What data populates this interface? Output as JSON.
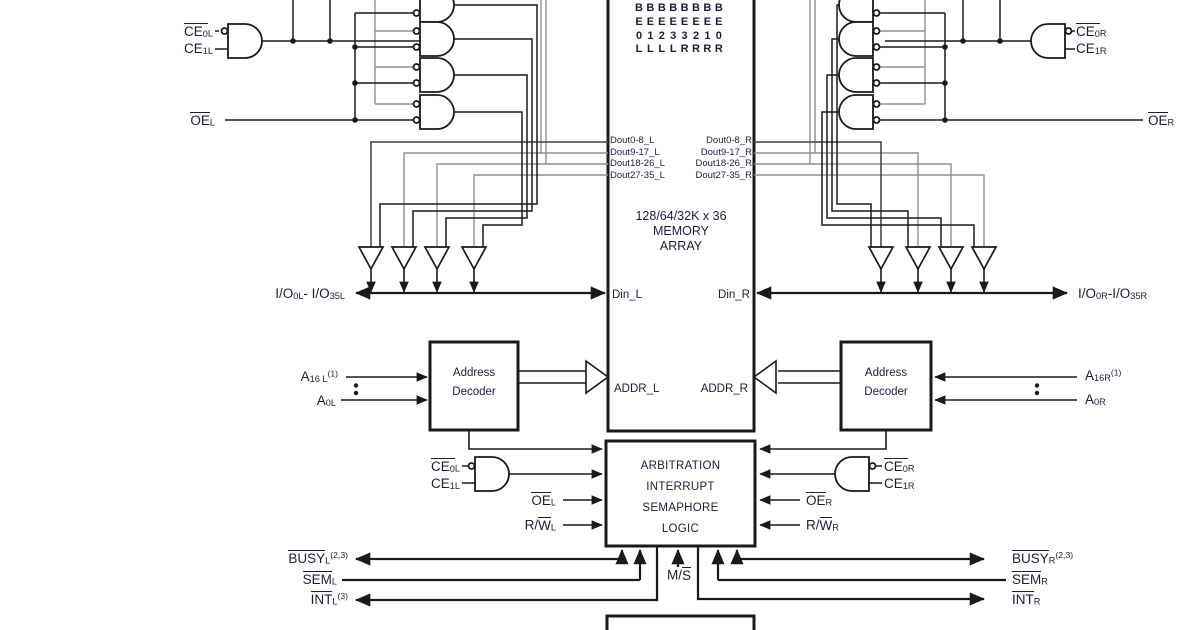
{
  "diagram": {
    "memory_array": {
      "title_line1": "128/64/32K x 36",
      "title_line2": "MEMORY",
      "title_line3": "ARRAY",
      "byte_enable_columns": [
        "BE0L",
        "BE1L",
        "BE2L",
        "BE3L",
        "BE3R",
        "BE2R",
        "BE1R",
        "BE0R"
      ],
      "dout_left": [
        "Dout0-8_L",
        "Dout9-17_L",
        "Dout18-26_L",
        "Dout27-35_L"
      ],
      "dout_right": [
        "Dout0-8_R",
        "Dout9-17_R",
        "Dout18-26_R",
        "Dout27-35_R"
      ],
      "din_left": "Din_L",
      "din_right": "Din_R",
      "addr_left": "ADDR_L",
      "addr_right": "ADDR_R"
    },
    "address_decoder": {
      "line1": "Address",
      "line2": "Decoder"
    },
    "arbitration": {
      "lines": [
        "ARBITRATION",
        "INTERRUPT",
        "SEMAPHORE",
        "LOGIC"
      ]
    },
    "signals": {
      "ce0l": [
        {
          "t": "CE",
          "bar": true
        },
        {
          "t": "0",
          "bar": true,
          "sub": true
        },
        {
          "t": "L",
          "sub": true
        }
      ],
      "ce1l": [
        {
          "t": "CE"
        },
        {
          "t": "1L",
          "sub": true
        }
      ],
      "oel": [
        {
          "t": "OE",
          "bar": true
        },
        {
          "t": "L",
          "sub": true
        }
      ],
      "io_left": [
        {
          "t": "I/O"
        },
        {
          "t": "0L",
          "sub": true
        },
        {
          "t": "- "
        },
        {
          "t": "I/O"
        },
        {
          "t": "35L",
          "sub": true
        }
      ],
      "a16l": [
        {
          "t": "A"
        },
        {
          "t": "16 L",
          "sub": true
        },
        {
          "t": "(1)",
          "sup": true
        }
      ],
      "a0l": [
        {
          "t": "A"
        },
        {
          "t": "0L",
          "sub": true
        }
      ],
      "rwl": [
        {
          "t": "R/"
        },
        {
          "t": "W",
          "bar": true
        },
        {
          "t": "L",
          "sub": true
        }
      ],
      "busyl": [
        {
          "t": "BUSY",
          "bar": true
        },
        {
          "t": "L",
          "sub": true
        },
        {
          "t": "(2,3)",
          "sup": true
        }
      ],
      "seml": [
        {
          "t": "SEM",
          "bar": true
        },
        {
          "t": "L",
          "sub": true
        }
      ],
      "intl": [
        {
          "t": "INT",
          "bar": true
        },
        {
          "t": "L",
          "sub": true
        },
        {
          "t": "(3)",
          "sup": true
        }
      ],
      "ms": [
        {
          "t": "M/"
        },
        {
          "t": "S",
          "bar": true
        }
      ],
      "ce0r": [
        {
          "t": "CE",
          "bar": true
        },
        {
          "t": "0",
          "bar": true,
          "sub": true
        },
        {
          "t": "R",
          "sub": true
        }
      ],
      "ce1r": [
        {
          "t": "CE"
        },
        {
          "t": "1R",
          "sub": true
        }
      ],
      "oer": [
        {
          "t": "OE",
          "bar": true
        },
        {
          "t": "R",
          "sub": true
        }
      ],
      "io_right": [
        {
          "t": "I/O"
        },
        {
          "t": "0R",
          "sub": true
        },
        {
          "t": "-"
        },
        {
          "t": "I/O"
        },
        {
          "t": "35R",
          "sub": true
        }
      ],
      "a16r": [
        {
          "t": "A"
        },
        {
          "t": "16R",
          "sub": true
        },
        {
          "t": "(1)",
          "sup": true
        }
      ],
      "a0r": [
        {
          "t": "A"
        },
        {
          "t": "0R",
          "sub": true
        }
      ],
      "rwr": [
        {
          "t": "R/"
        },
        {
          "t": "W",
          "bar": true
        },
        {
          "t": "R",
          "sub": true
        }
      ],
      "busyr": [
        {
          "t": "BUSY",
          "bar": true
        },
        {
          "t": "R",
          "sub": true
        },
        {
          "t": "(2,3)",
          "sup": true
        }
      ],
      "semr": [
        {
          "t": "SEM",
          "bar": true
        },
        {
          "t": "R",
          "sub": true
        }
      ],
      "intr": [
        {
          "t": "INT",
          "bar": true
        },
        {
          "t": "R",
          "sub": true
        }
      ]
    },
    "colors": {
      "line": "#1a1a1a",
      "gray_line": "#909090",
      "dark_data_line": "#3f3f3f",
      "text": "#1c1c3a",
      "background": "#ffffff"
    }
  }
}
